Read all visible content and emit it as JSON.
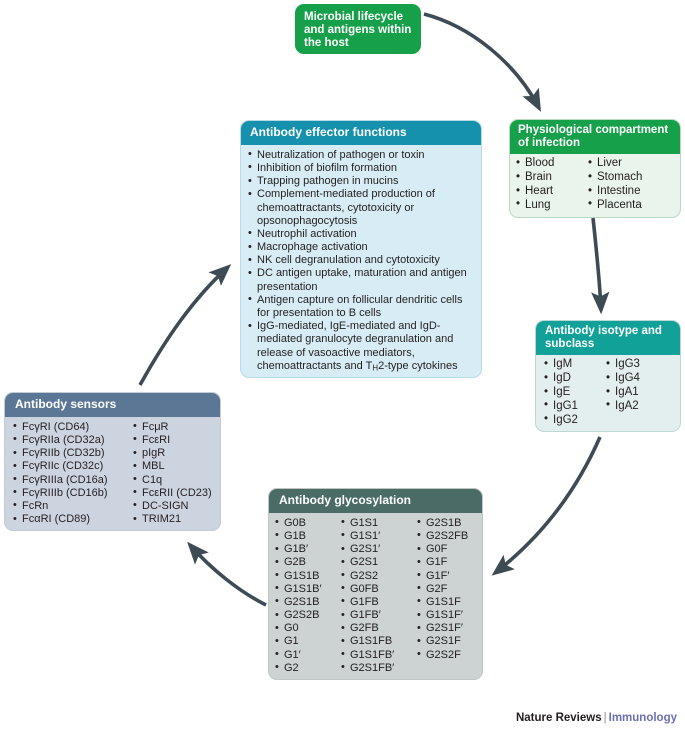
{
  "diagram": {
    "type": "cycle-flow-diagram",
    "arrow_color": "#3d4b55",
    "boxes": {
      "microbial_lifecycle": {
        "title": "Microbial lifecycle and antigens within the host",
        "header_color": "#16a04a",
        "body_color": "#16a04a"
      },
      "physiological_compartment": {
        "title": "Physiological compartment of infection",
        "header_color": "#16a04a",
        "body_color": "#e8f4ec",
        "columns": [
          [
            "Blood",
            "Brain",
            "Heart",
            "Lung"
          ],
          [
            "Liver",
            "Stomach",
            "Intestine",
            "Placenta"
          ]
        ]
      },
      "antibody_isotype": {
        "title": "Antibody isotype and subclass",
        "header_color": "#11a199",
        "body_color": "#e3efee",
        "columns": [
          [
            "IgM",
            "IgD",
            "IgE",
            "IgG1",
            "IgG2"
          ],
          [
            "IgG3",
            "IgG4",
            "IgA1",
            "IgA2"
          ]
        ]
      },
      "antibody_effector": {
        "title": "Antibody effector functions",
        "header_color": "#1591ae",
        "body_color": "#d7ecf4",
        "items": [
          "Neutralization of pathogen or toxin",
          "Inhibition of biofilm formation",
          "Trapping pathogen in mucins",
          "Complement-mediated production of chemoattractants, cytotoxicity or opsonophagocytosis",
          "Neutrophil activation",
          "Macrophage activation",
          "NK cell degranulation and cytotoxicity",
          "DC antigen uptake, maturation and antigen presentation",
          "Antigen capture on follicular dendritic cells for presentation to B cells"
        ],
        "last_item_parts": {
          "before": "IgG-mediated, IgE-mediated and IgD-mediated granulocyte degranulation and release of vasoactive mediators, chemoattractants and T",
          "subscript": "H",
          "after": "2-type cytokines"
        }
      },
      "antibody_sensors": {
        "title": "Antibody sensors",
        "header_color": "#5b7795",
        "body_color": "#ccd4e0",
        "columns": [
          [
            "FcγRI (CD64)",
            "FcγRIIa (CD32a)",
            "FcγRIIb (CD32b)",
            "FcγRIIc (CD32c)",
            "FcγRIIIa (CD16a)",
            "FcγRIIIb (CD16b)",
            "FcRn",
            "FcαRI (CD89)"
          ],
          [
            "FcμR",
            "FcεRI",
            "pIgR",
            "MBL",
            "C1q",
            "FcεRII (CD23)",
            "DC-SIGN",
            "TRIM21"
          ]
        ]
      },
      "antibody_glycosylation": {
        "title": "Antibody glycosylation",
        "header_color": "#4a6b66",
        "body_color": "#ccd3d2",
        "columns": [
          [
            "G0B",
            "G1B",
            "G1B′",
            "G2B",
            "G1S1B",
            "G1S1B′",
            "G2S1B",
            "G2S2B",
            "G0",
            "G1",
            "G1′",
            "G2"
          ],
          [
            "G1S1",
            "G1S1′",
            "G2S1′",
            "G2S1",
            "G2S2",
            "G0FB",
            "G1FB",
            "G1FB′",
            "G2FB",
            "G1S1FB",
            "G1S1FB′",
            "G2S1FB′"
          ],
          [
            "G2S1B",
            "G2S2FB",
            "G0F",
            "G1F",
            "G1F′",
            "G2F",
            "G1S1F",
            "G1S1F′",
            "G2S1F′",
            "G2S1F",
            "G2S2F"
          ]
        ]
      }
    }
  },
  "footer": {
    "journal_name": "Nature Reviews",
    "divider": "|",
    "journal_subject": "Immunology",
    "subject_color": "#6c6fb0"
  }
}
